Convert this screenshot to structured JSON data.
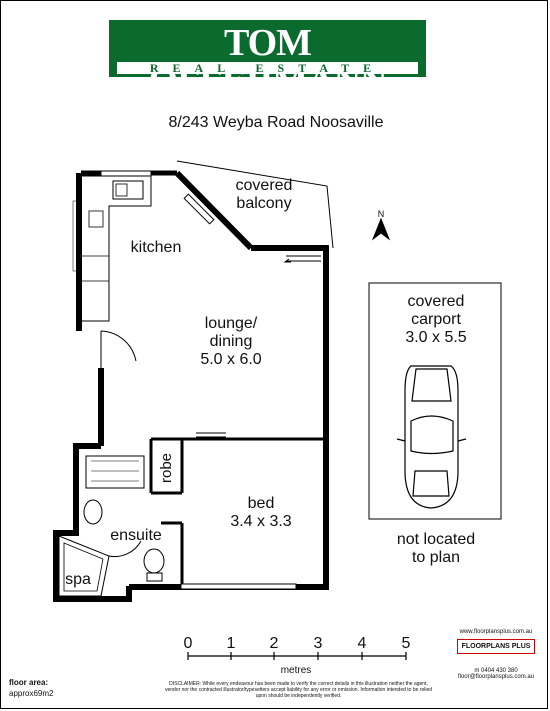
{
  "logo": {
    "name": "TOM OFFERMANN",
    "subtitle": "REAL ESTATE"
  },
  "address": "8/243 Weyba Road Noosaville",
  "rooms": {
    "balcony": [
      "covered",
      "balcony"
    ],
    "kitchen": "kitchen",
    "lounge": [
      "lounge/",
      "dining",
      "5.0 x 6.0"
    ],
    "robe": "robe",
    "bed": [
      "bed",
      "3.4 x 3.3"
    ],
    "ensuite": "ensuite",
    "spa": "spa",
    "carport": [
      "covered",
      "carport",
      "3.0 x 5.5"
    ],
    "not_located": [
      "not located",
      "to plan"
    ]
  },
  "compass": "N",
  "scale": {
    "ticks": [
      "0",
      "1",
      "2",
      "3",
      "4",
      "5"
    ],
    "unit": "metres"
  },
  "floor_area": {
    "label": "floor area:",
    "value": "approx69m2"
  },
  "disclaimer": "DISCLAIMER: While every endeavour has been made to verify the correct details in this illustration neither the agent, vendor nor the contracted illustrator/typesetters accept liability for any error or omission. Information intended to be relied upon should be independently verified.",
  "floorplans": {
    "url": "www.floorplansplus.com.au",
    "brand": "FLOORPLANS PLUS",
    "phone": "m 0404 430 380",
    "email": "floor@floorplansplus.com.au"
  },
  "colors": {
    "logo_green": "#0b6b2e",
    "wall": "#000000"
  }
}
